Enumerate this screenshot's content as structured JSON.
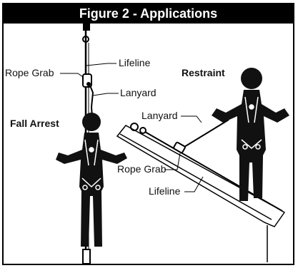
{
  "figure": {
    "title": "Figure 2 - Applications"
  },
  "labels": {
    "lifeline_left": "Lifeline",
    "rope_grab_left": "Rope Grab",
    "lanyard_left": "Lanyard",
    "fall_arrest": "Fall Arrest",
    "restraint": "Restraint",
    "lanyard_right": "Lanyard",
    "rope_grab_right": "Rope Grab",
    "lifeline_right": "Lifeline"
  }
}
